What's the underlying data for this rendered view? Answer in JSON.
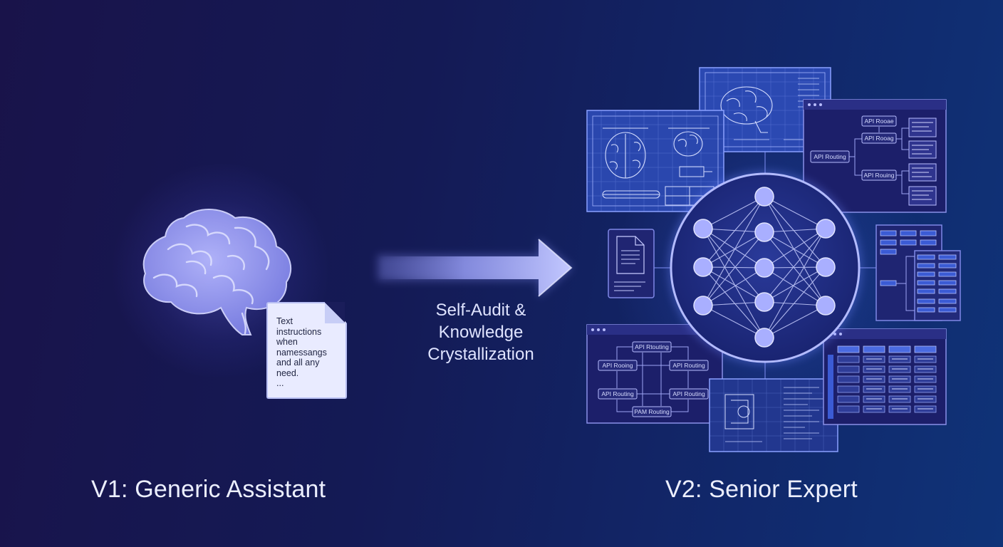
{
  "note": {
    "text": "Text\ninstructions\nwhen\nnamessangs\nand all any\nneed.\n..."
  },
  "arrow": {
    "label": "Self-Audit &\nKnowledge\nCrystallization"
  },
  "labels": {
    "v1": "V1: Generic Assistant",
    "v2": "V2: Senior Expert"
  },
  "panels": {
    "top_right": {
      "root": "API Routing",
      "node_a": "API Rooae",
      "node_b": "API Rooag",
      "node_c": "API Rouing"
    },
    "bottom_left": {
      "top": "API Rtouting",
      "left_upper": "API Rooing",
      "right_upper": "API Routing",
      "left_lower": "API Routing",
      "right_lower": "API Routing",
      "bottom": "PAM Routing"
    }
  },
  "colors": {
    "accent": "#8f96ff",
    "panel_border": "#7d8cf0",
    "node": "#9ea6ff"
  }
}
